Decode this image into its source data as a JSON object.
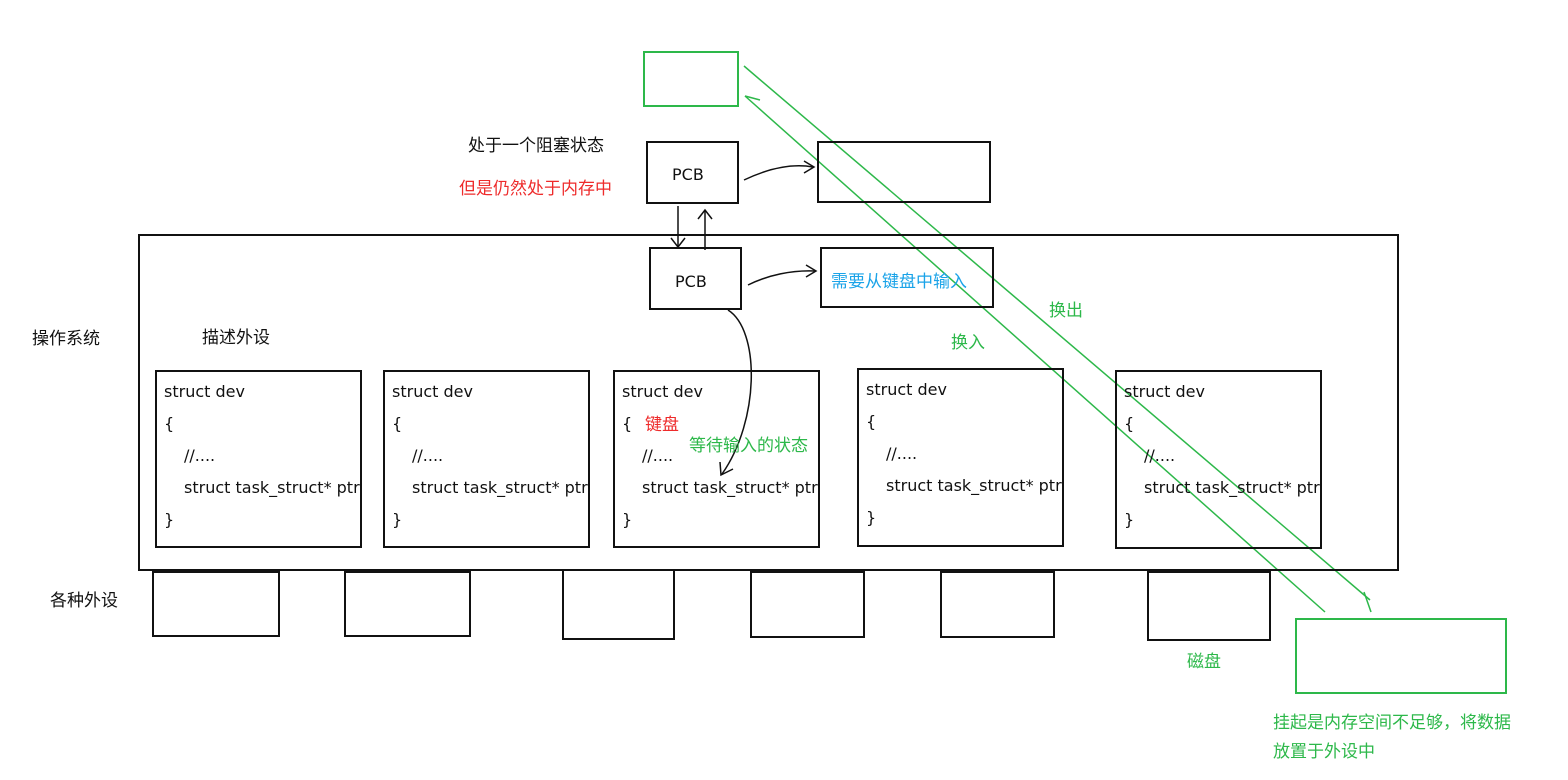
{
  "labels": {
    "blocked_state": "处于一个阻塞状态",
    "still_in_memory": "但是仍然处于内存中",
    "os": "操作系统",
    "describe_devices": "描述外设",
    "devices": "各种外设",
    "keyboard_input": "需要从键盘中输入",
    "swap_out": "换出",
    "swap_in": "换入",
    "keyboard": "键盘",
    "waiting_input": "等待输入的状态",
    "disk": "磁盘",
    "suspend_note_line1": "挂起是内存空间不足够，将数据",
    "suspend_note_line2": "放置于外设中"
  },
  "pcb": {
    "top": "PCB",
    "os": "PCB"
  },
  "struct_code": {
    "line1": "struct dev",
    "line2": "{",
    "line3": "//....",
    "line4": "struct task_struct* ptr",
    "line5": "}"
  },
  "colors": {
    "black": "#111111",
    "red": "#ee2b2b",
    "green": "#2db84a",
    "blue": "#1aa3e8"
  }
}
